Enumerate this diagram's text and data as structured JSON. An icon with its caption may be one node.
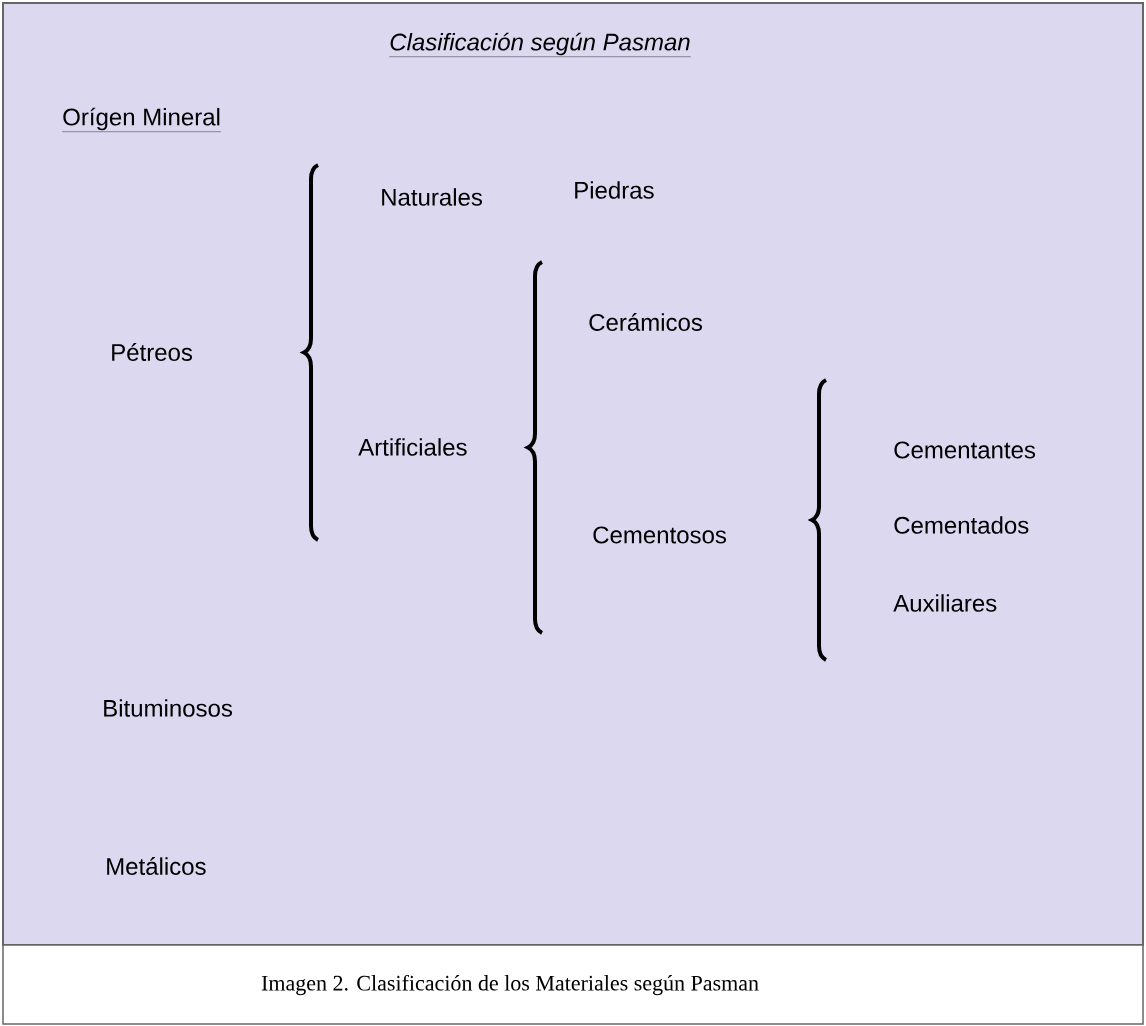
{
  "diagram": {
    "title": "Clasificación según Pasman",
    "caption": "Imagen 2. Clasificación de los Materiales según Pasman",
    "labels": [
      "Orígen Mineral",
      "Naturales",
      "Piedras",
      "Pétreos",
      "Cerámicos",
      "Artificiales",
      "Cementantes",
      "Cementosos",
      "Cementados",
      "Auxiliares",
      "Bituminosos",
      "Metálicos"
    ]
  }
}
